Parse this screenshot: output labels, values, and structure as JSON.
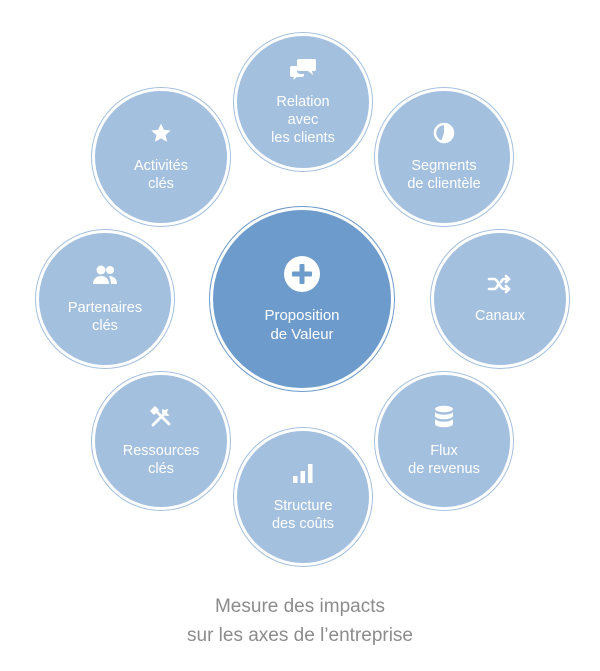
{
  "colors": {
    "satellite_fill": "#a4c0df",
    "satellite_border": "#ffffff",
    "center_fill": "#6d9bcb",
    "center_border": "#ffffff",
    "text": "#ffffff",
    "caption": "#8c8c8c"
  },
  "center": {
    "icon": "plus-circle-icon",
    "label": "Proposition\nde Valeur"
  },
  "nodes": [
    {
      "id": "relation-clients",
      "icon": "chat-bubbles-icon",
      "label": "Relation\navec\nles clients"
    },
    {
      "id": "segments-clientele",
      "icon": "pie-chart-icon",
      "label": "Segments\nde clientèle"
    },
    {
      "id": "canaux",
      "icon": "shuffle-icon",
      "label": "Canaux"
    },
    {
      "id": "flux-revenus",
      "icon": "database-icon",
      "label": "Flux\nde revenus"
    },
    {
      "id": "structure-couts",
      "icon": "bar-chart-icon",
      "label": "Structure\ndes coûts"
    },
    {
      "id": "ressources-cles",
      "icon": "tools-icon",
      "label": "Ressources\nclés"
    },
    {
      "id": "partenaires-cles",
      "icon": "users-icon",
      "label": "Partenaires\nclés"
    },
    {
      "id": "activites-cles",
      "icon": "star-icon",
      "label": "Activités\nclés"
    }
  ],
  "caption": {
    "line1": "Mesure des impacts",
    "line2": "sur les axes de l’entreprise"
  }
}
